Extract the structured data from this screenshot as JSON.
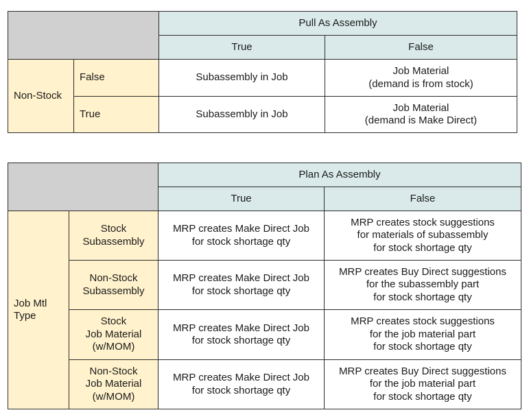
{
  "table1": {
    "group_header": "Pull As Assembly",
    "columns": [
      "True",
      "False"
    ],
    "row_group": "Non-Stock",
    "rows": [
      {
        "label": "False",
        "cells": [
          "Subassembly in Job",
          "Job Material\n(demand is from stock)"
        ]
      },
      {
        "label": "True",
        "cells": [
          "Subassembly in Job",
          "Job Material\n(demand is Make Direct)"
        ]
      }
    ]
  },
  "table2": {
    "group_header": "Plan As Assembly",
    "columns": [
      "True",
      "False"
    ],
    "row_group": "Job Mtl\nType",
    "rows": [
      {
        "label": "Stock\nSubassembly",
        "cells": [
          "MRP creates Make Direct Job\nfor stock shortage qty",
          "MRP creates stock suggestions\nfor materials of subassembly\nfor stock shortage qty"
        ]
      },
      {
        "label": "Non-Stock\nSubassembly",
        "cells": [
          "MRP creates Make Direct Job\nfor stock shortage qty",
          "MRP creates Buy Direct suggestions\nfor the subassembly part\nfor stock shortage qty"
        ]
      },
      {
        "label": "Stock\nJob Material\n(w/MOM)",
        "cells": [
          "MRP creates Make Direct Job\nfor stock shortage qty",
          "MRP creates stock suggestions\nfor the job material part\nfor stock shortage qty"
        ]
      },
      {
        "label": "Non-Stock\nJob Material\n(w/MOM)",
        "cells": [
          "MRP creates Make Direct Job\nfor stock shortage qty",
          "MRP creates Buy Direct suggestions\nfor the job material part\nfor stock shortage qty"
        ]
      }
    ]
  }
}
